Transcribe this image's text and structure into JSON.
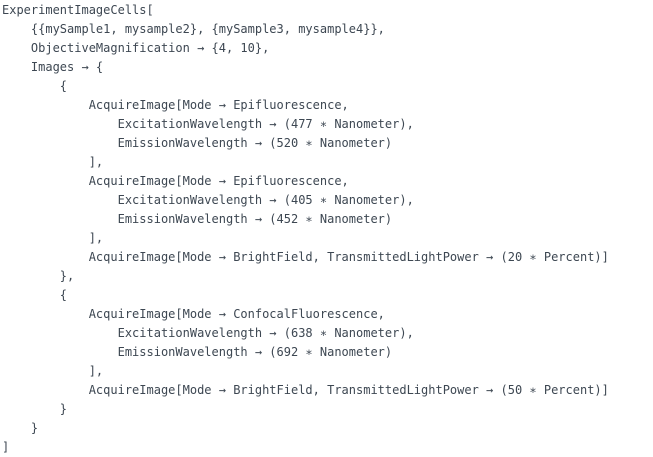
{
  "code": {
    "language": "wolfram",
    "lines": [
      "ExperimentImageCells[",
      "    {{mySample1, mysample2}, {mySample3, mysample4}},",
      "    ObjectiveMagnification → {4, 10},",
      "    Images → {",
      "        {",
      "            AcquireImage[Mode → Epifluorescence,",
      "                ExcitationWavelength → (477 ∗ Nanometer),",
      "                EmissionWavelength → (520 ∗ Nanometer)",
      "            ],",
      "            AcquireImage[Mode → Epifluorescence,",
      "                ExcitationWavelength → (405 ∗ Nanometer),",
      "                EmissionWavelength → (452 ∗ Nanometer)",
      "            ],",
      "            AcquireImage[Mode → BrightField, TransmittedLightPower → (20 ∗ Percent)]",
      "        },",
      "        {",
      "            AcquireImage[Mode → ConfocalFluorescence,",
      "                ExcitationWavelength → (638 ∗ Nanometer),",
      "                EmissionWavelength → (692 ∗ Nanometer)",
      "            ],",
      "            AcquireImage[Mode → BrightField, TransmittedLightPower → (50 ∗ Percent)]",
      "        }",
      "    }",
      "]"
    ],
    "text_color": "#3d4752",
    "background_color": "#ffffff"
  }
}
